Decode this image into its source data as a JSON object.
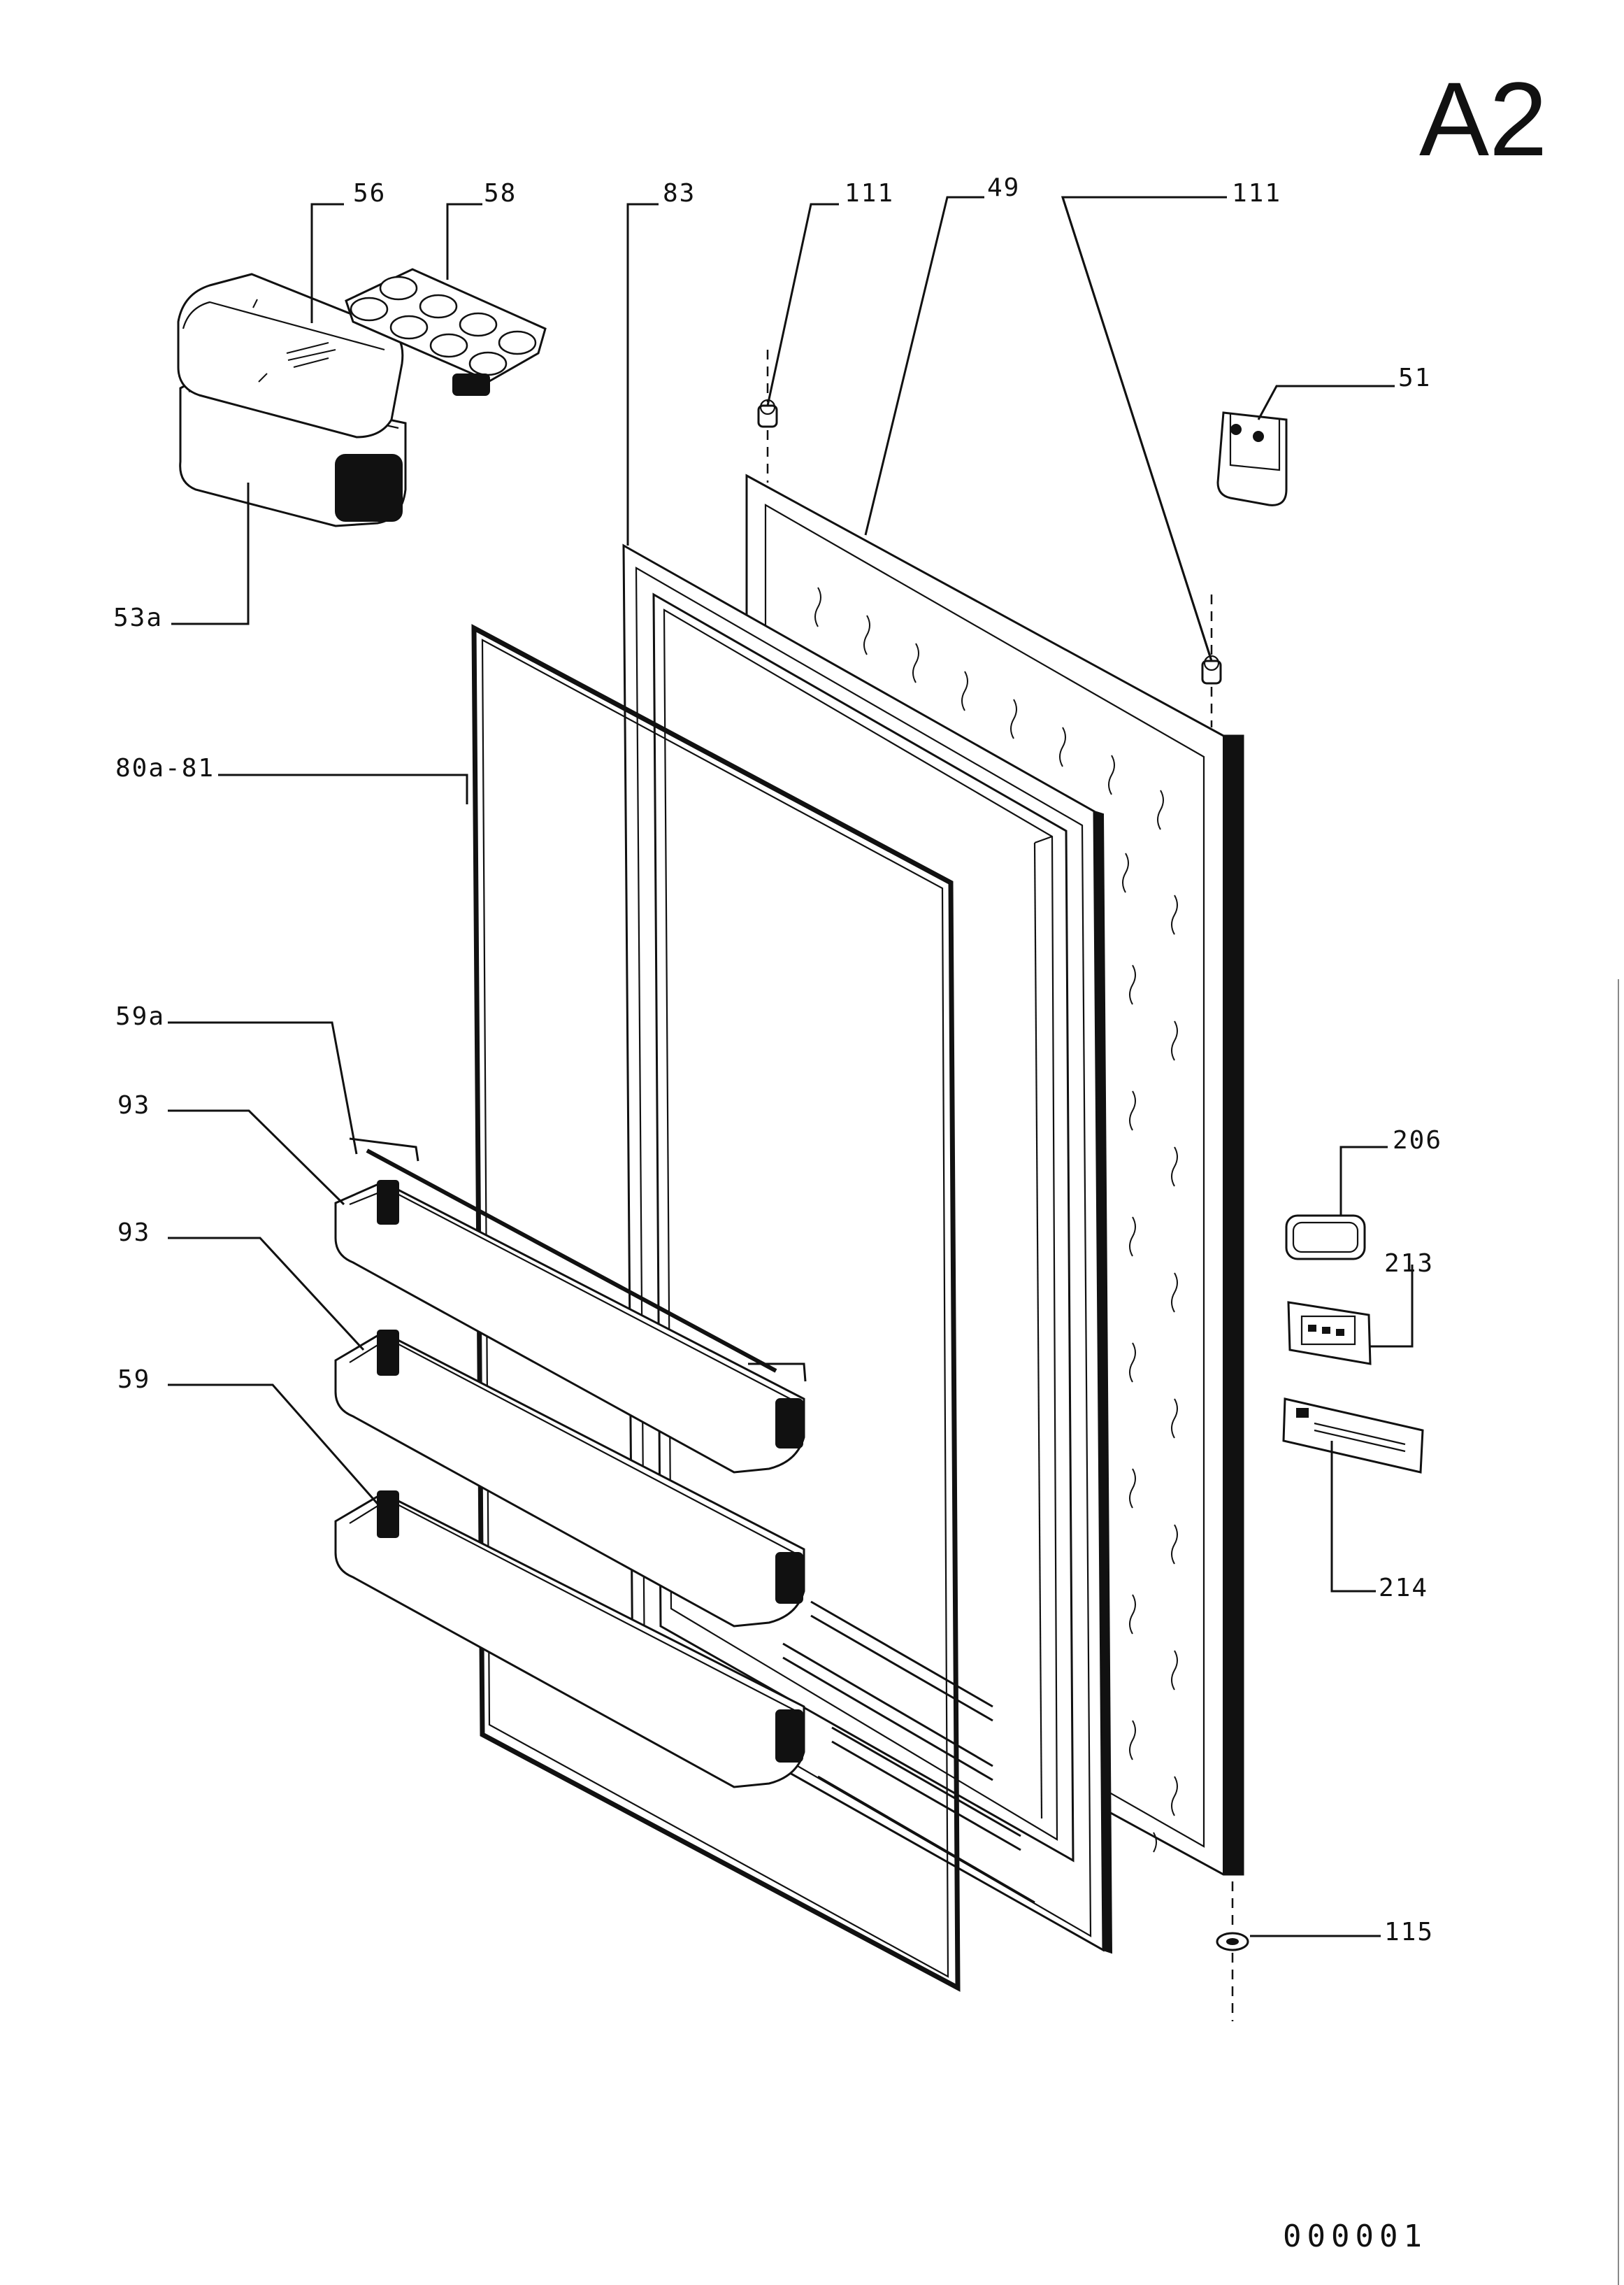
{
  "page_code": "A2",
  "document_number": "000001",
  "callouts": {
    "c56": "56",
    "c58": "58",
    "c83": "83",
    "c111a": "111",
    "c49": "49",
    "c111b": "111",
    "c51": "51",
    "c53a": "53a",
    "c80a81": "80a-81",
    "c59a": "59a",
    "c93a": "93",
    "c93b": "93",
    "c59": "59",
    "c206": "206",
    "c213": "213",
    "c214": "214",
    "c115": "115"
  }
}
